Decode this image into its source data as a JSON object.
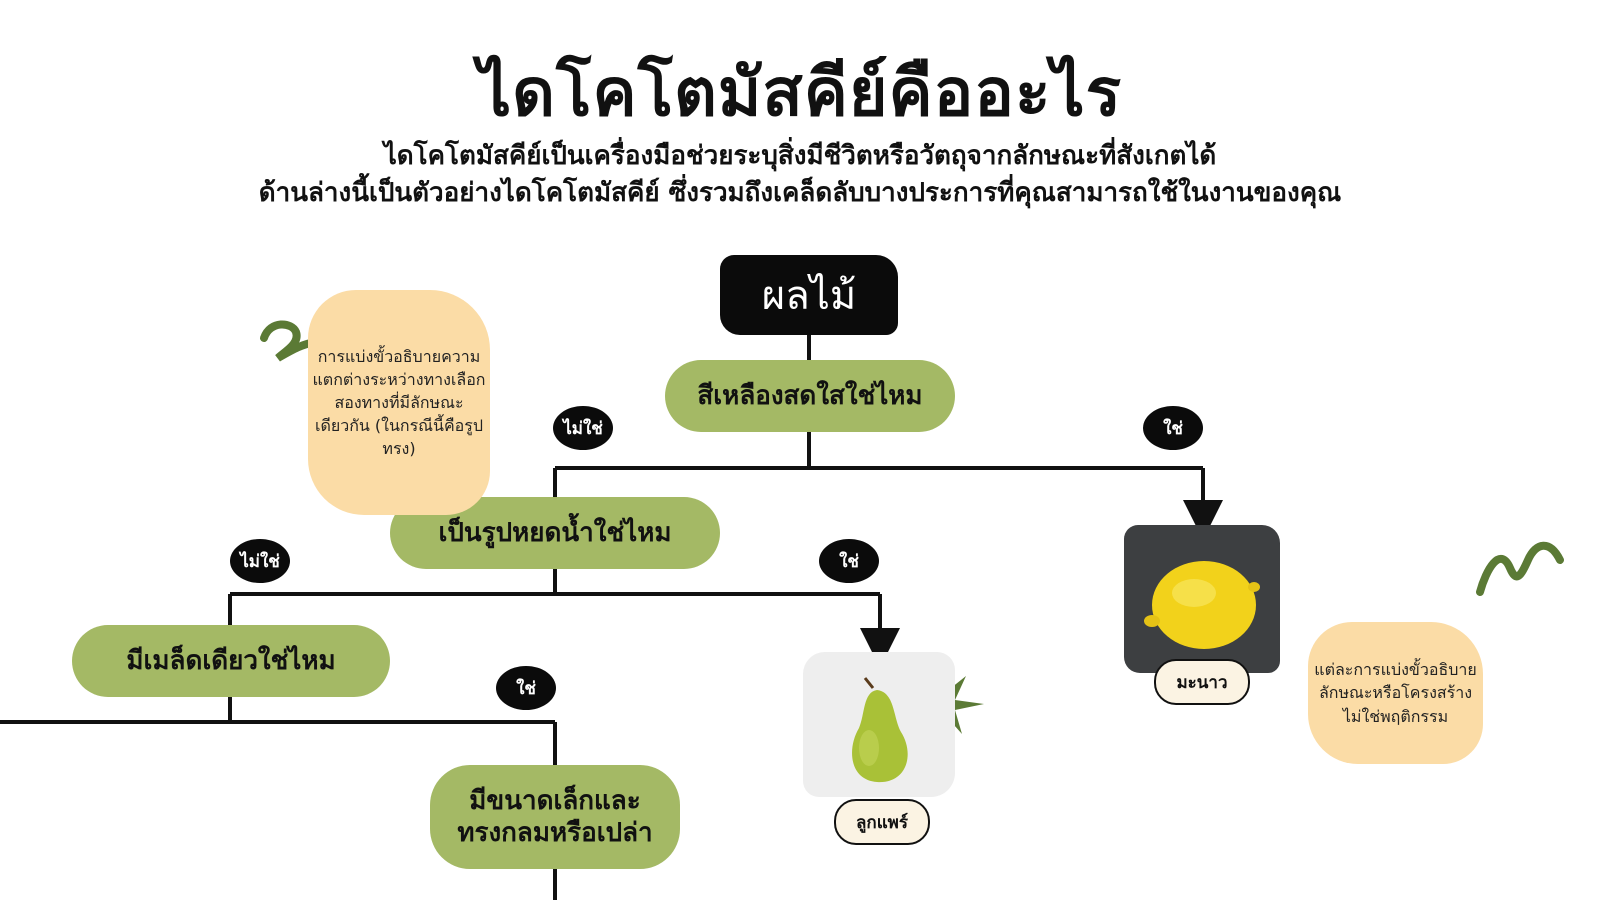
{
  "header": {
    "title": "ไดโคโตมัสคีย์คืออะไร",
    "subtitle_line1": "ไดโคโตมัสคีย์เป็นเครื่องมือช่วยระบุสิ่งมีชีวิตหรือวัตถุจากลักษณะที่สังเกตได้",
    "subtitle_line2": "ด้านล่างนี้เป็นตัวอย่างไดโคโตมัสคีย์ ซึ่งรวมถึงเคล็ดลับบางประการที่คุณสามารถใช้ในงานของคุณ"
  },
  "diagram": {
    "root": "ผลไม้",
    "questions": {
      "q1": "สีเหลืองสดใสใช่ไหม",
      "q2": "เป็นรูปหยดน้ำใช่ไหม",
      "q3": "มีเมล็ดเดียวใช่ไหม",
      "q4_line1": "มีขนาดเล็กและ",
      "q4_line2": "ทรงกลมหรือเปล่า"
    },
    "answers": {
      "no": "ไม่ใช่",
      "yes": "ใช่"
    },
    "results": {
      "lemon": "มะนาว",
      "pear": "ลูกแพร์"
    },
    "notes": {
      "left": "การแบ่งขั้วอธิบายความแตกต่างระหว่างทางเลือกสองทางที่มีลักษณะเดียวกัน (ในกรณีนี้คือรูปทรง)",
      "right": "แต่ละการแบ่งขั้วอธิบายลักษณะหรือโครงสร้าง ไม่ใช่พฤติกรรม"
    }
  },
  "colors": {
    "question_fill": "#a4b965",
    "note_fill": "#fbdca6",
    "doodle": "#5b7a35",
    "line": "#111111"
  }
}
